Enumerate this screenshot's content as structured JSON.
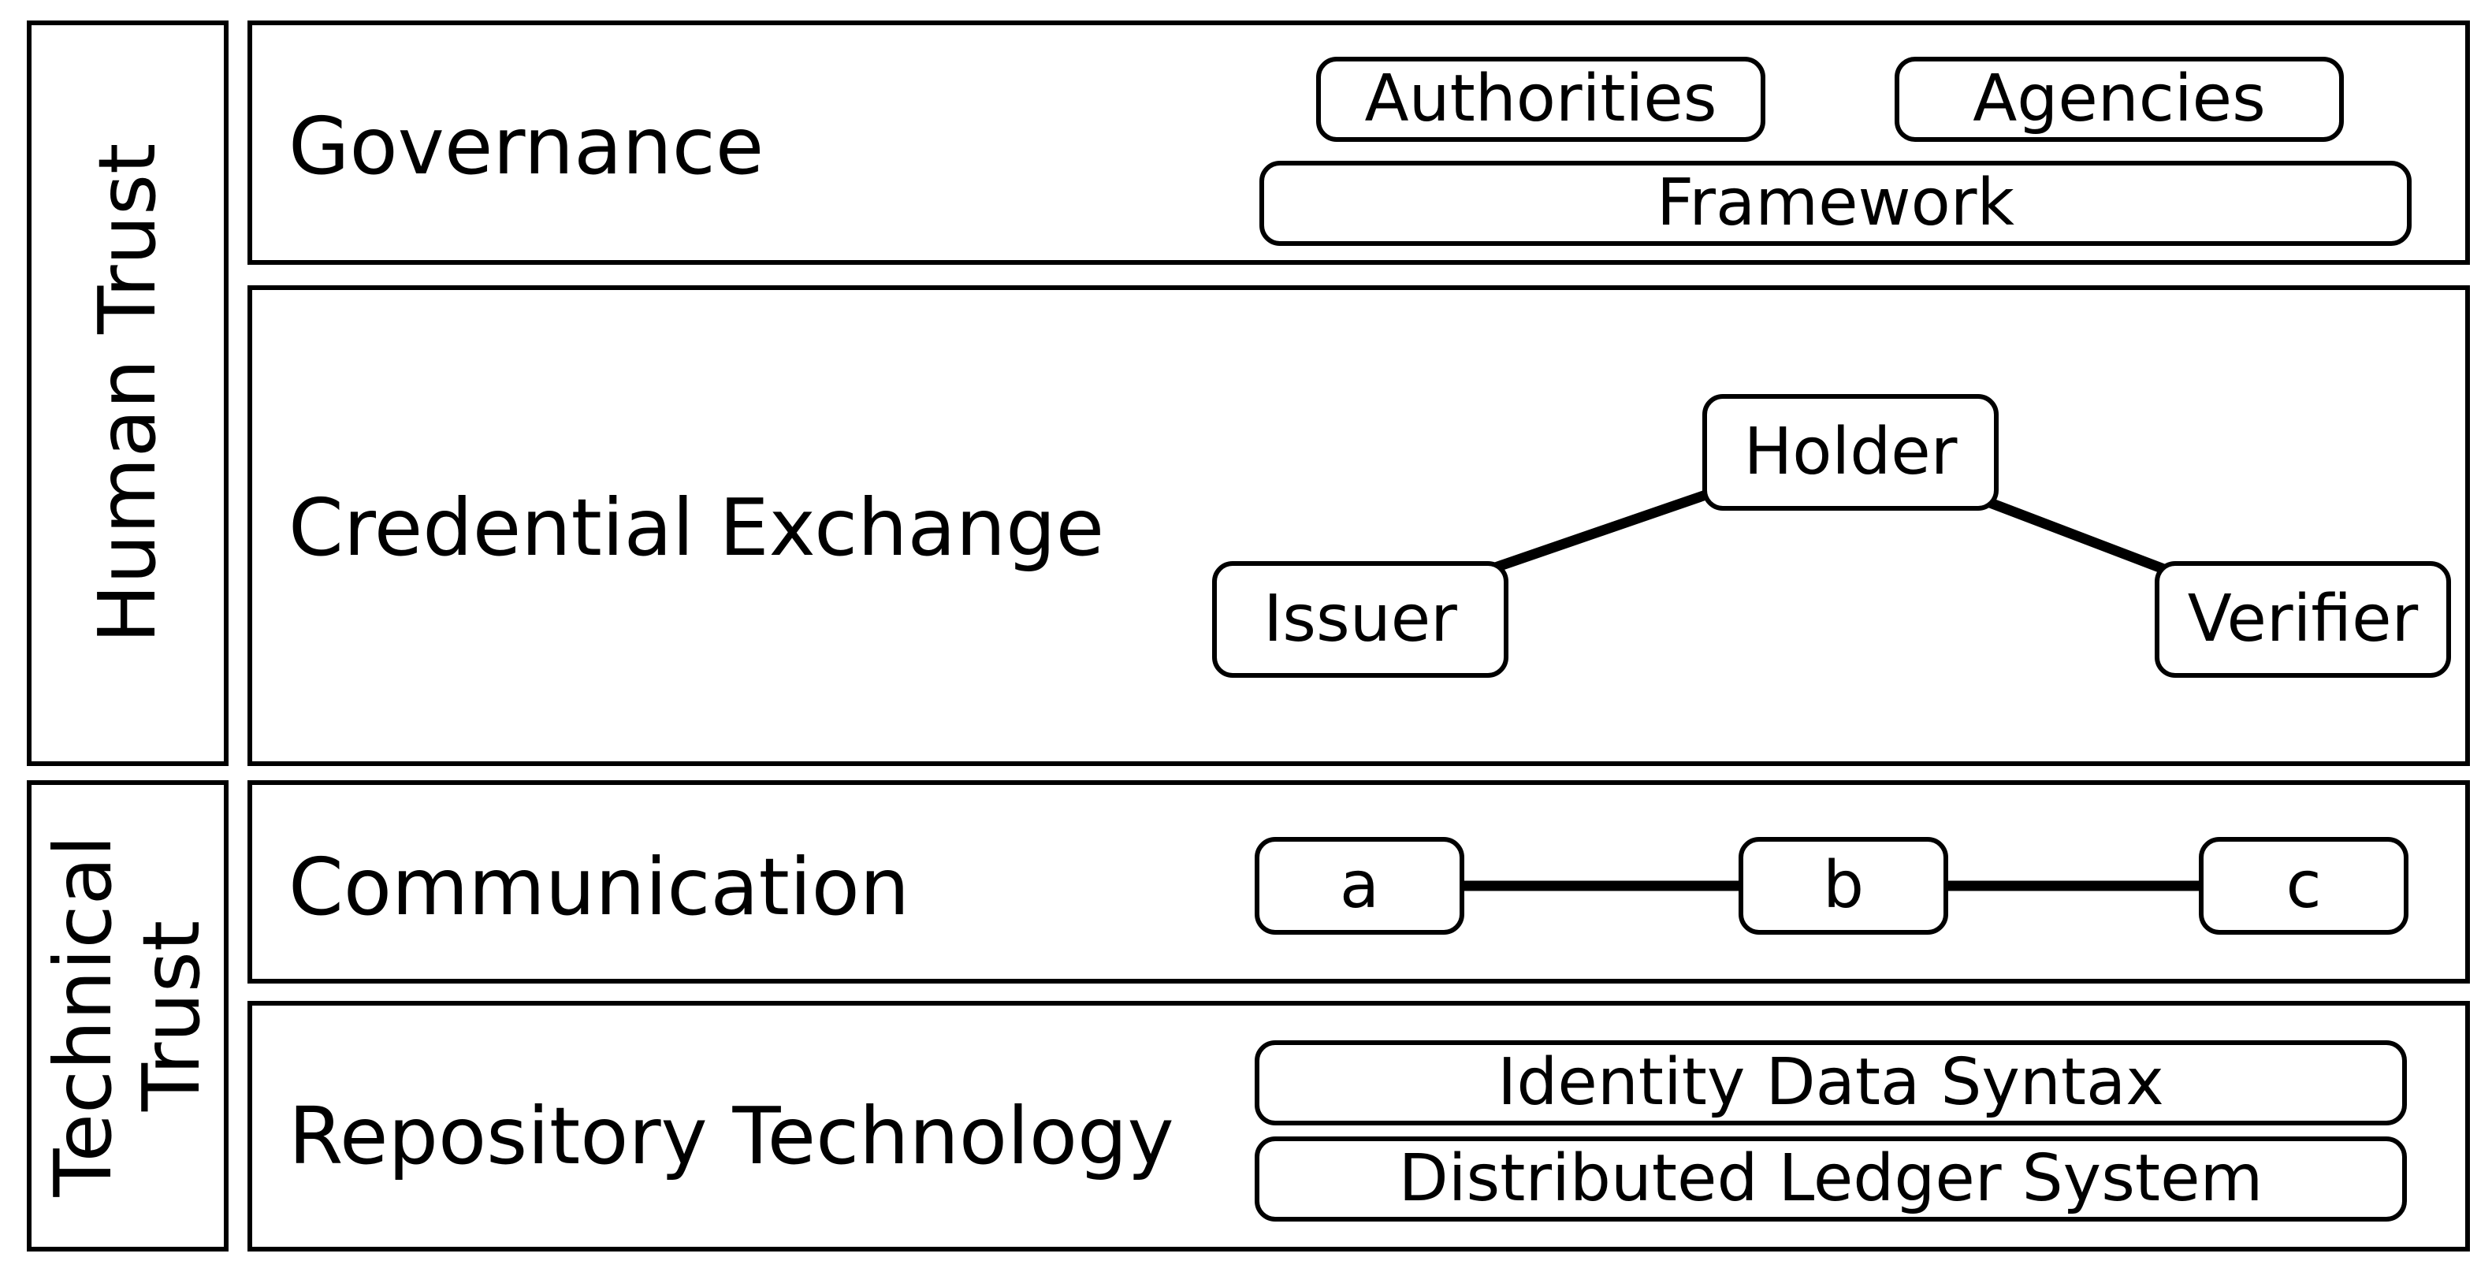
{
  "trust_groups": {
    "human": "Human Trust",
    "technical_line1": "Technical",
    "technical_line2": "Trust"
  },
  "layers": {
    "governance": {
      "title": "Governance",
      "items": [
        "Authorities",
        "Agencies",
        "Framework"
      ]
    },
    "credential_exchange": {
      "title": "Credential Exchange",
      "roles": [
        "Holder",
        "Issuer",
        "Verifier"
      ]
    },
    "communication": {
      "title": "Communication",
      "nodes": [
        "a",
        "b",
        "c"
      ]
    },
    "repository_technology": {
      "title": "Repository Technology",
      "items": [
        "Identity Data Syntax",
        "Distributed Ledger System"
      ]
    }
  }
}
